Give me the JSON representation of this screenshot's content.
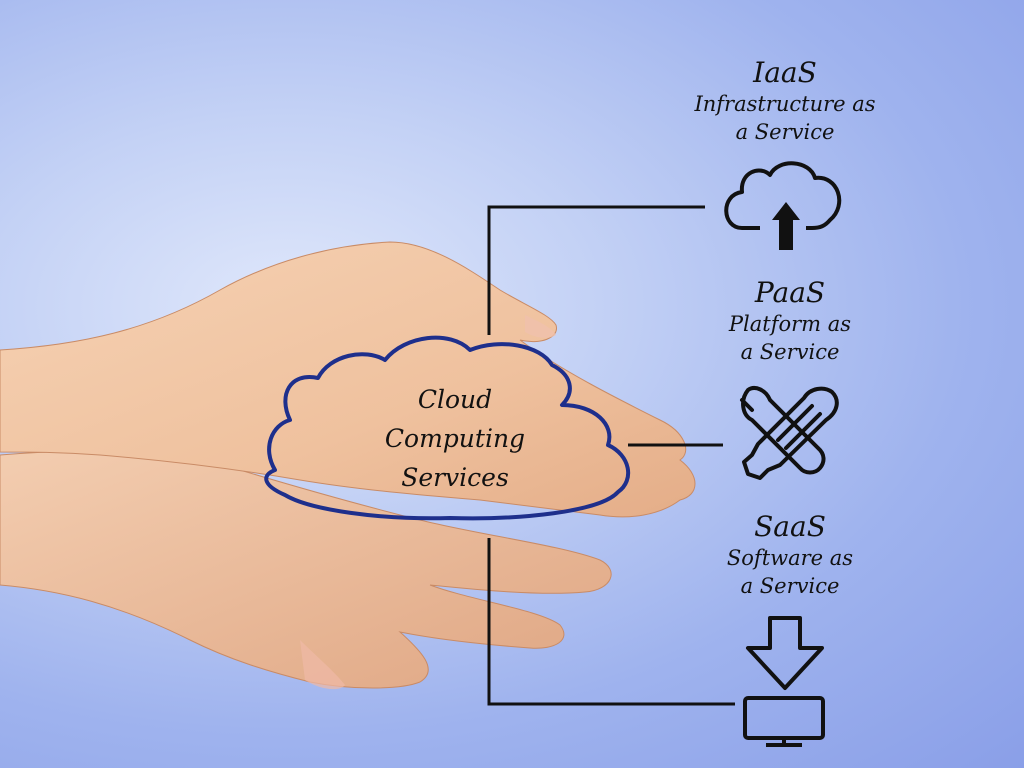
{
  "center": {
    "lines": [
      "Cloud",
      "Computing",
      "Services"
    ]
  },
  "services": [
    {
      "abbr": "IaaS",
      "line1": "Infrastructure as",
      "line2": "a Service",
      "icon": "cloud-upload-icon"
    },
    {
      "abbr": "PaaS",
      "line1": "Platform as",
      "line2": "a Service",
      "icon": "tools-icon"
    },
    {
      "abbr": "SaaS",
      "line1": "Software as",
      "line2": "a Service",
      "icon": "download-monitor-icon"
    }
  ],
  "colors": {
    "cloud_outline": "#1e2f8c",
    "connector": "#111111",
    "skin": "#f2c9a8",
    "background": "#a9bbf0"
  }
}
